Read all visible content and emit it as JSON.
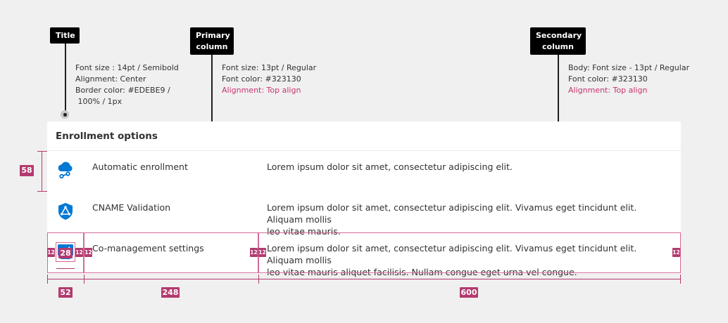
{
  "callouts": {
    "title": "Title",
    "primary_line1": "Primary",
    "primary_line2": "column",
    "secondary_line1": "Secondary",
    "secondary_line2": "column"
  },
  "notes": {
    "title": [
      "Font size : 14pt / Semibold",
      "Alignment: Center",
      "Border color: #EDEBE9 /",
      " 100% / 1px"
    ],
    "primary": [
      "Font size: 13pt / Regular",
      "Font color: #323130",
      "Alignment: Top align"
    ],
    "secondary": [
      "Body: Font size - 13pt / Regular",
      "Font color: #323130",
      "Alignment: Top align"
    ]
  },
  "card": {
    "title": "Enrollment options",
    "rows": [
      {
        "icon": "cloud-link-icon",
        "primary": "Automatic enrollment",
        "secondary_line1": "Lorem ipsum dolor sit amet, consectetur adipiscing elit.",
        "secondary_line2": ""
      },
      {
        "icon": "shield-triangle-icon",
        "primary": "CNAME Validation",
        "secondary_line1": "Lorem ipsum dolor sit amet, consectetur adipiscing elit. Vivamus eget tincidunt elit. Aliquam mollis",
        "secondary_line2": "leo vitae mauris."
      },
      {
        "icon": "co-management-icon",
        "primary": "Co-management settings",
        "secondary_line1": "Lorem ipsum dolor sit amet, consectetur adipiscing elit. Vivamus eget tincidunt elit. Aliquam mollis",
        "secondary_line2": "leo vitae mauris aliquet facilisis. Nullam congue eget urna vel congue."
      }
    ]
  },
  "measurements": {
    "row_height": "58",
    "icon_size": "28",
    "padding": "12",
    "col1_width": "52",
    "col2_width": "248",
    "col3_width": "600"
  },
  "colors": {
    "accent_pink": "#b33a6f",
    "text": "#323130",
    "border": "#EDEBE9",
    "icon_blue": "#0078d4"
  }
}
